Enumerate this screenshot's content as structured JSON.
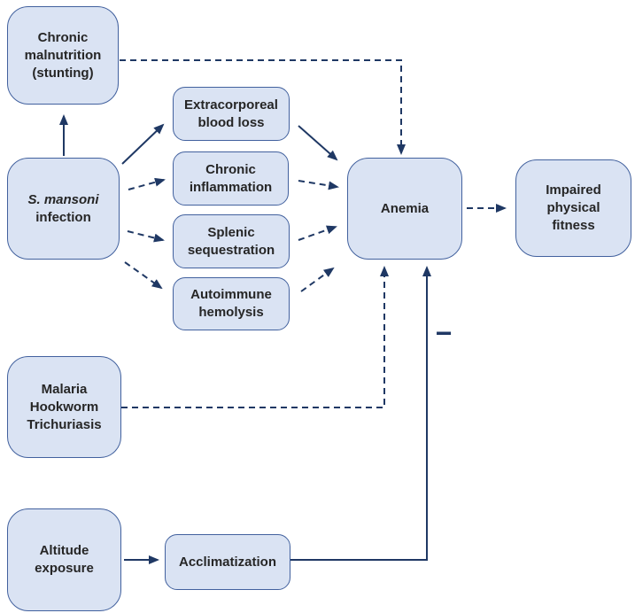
{
  "diagram": {
    "boxes": {
      "chronic_malnutrition": {
        "lines": [
          "Chronic",
          "malnutrition",
          "(stunting)"
        ]
      },
      "s_mansoni": {
        "lines": [
          "S. mansoni",
          "infection"
        ]
      },
      "extracorporeal_blood_loss": {
        "lines": [
          "Extracorporeal",
          "blood loss"
        ]
      },
      "chronic_inflammation": {
        "lines": [
          "Chronic",
          "inflammation"
        ]
      },
      "splenic_sequestration": {
        "lines": [
          "Splenic",
          "sequestration"
        ]
      },
      "autoimmune_hemolysis": {
        "lines": [
          "Autoimmune",
          "hemolysis"
        ]
      },
      "anemia": {
        "lines": [
          "Anemia"
        ]
      },
      "impaired_physical_fitness": {
        "lines": [
          "Impaired",
          "physical",
          "fitness"
        ]
      },
      "malaria_hookworm_trichuriasis": {
        "lines": [
          "Malaria",
          "Hookworm",
          "Trichuriasis"
        ]
      },
      "altitude_exposure": {
        "lines": [
          "Altitude",
          "exposure"
        ]
      },
      "acclimatization": {
        "lines": [
          "Acclimatization"
        ]
      }
    },
    "annotations": {
      "negative_sign": "−"
    },
    "edges": [
      {
        "from": "s_mansoni",
        "to": "chronic_malnutrition",
        "style": "solid"
      },
      {
        "from": "s_mansoni",
        "to": "extracorporeal_blood_loss",
        "style": "solid"
      },
      {
        "from": "s_mansoni",
        "to": "chronic_inflammation",
        "style": "dashed"
      },
      {
        "from": "s_mansoni",
        "to": "splenic_sequestration",
        "style": "dashed"
      },
      {
        "from": "s_mansoni",
        "to": "autoimmune_hemolysis",
        "style": "dashed"
      },
      {
        "from": "chronic_malnutrition",
        "to": "anemia",
        "style": "dashed"
      },
      {
        "from": "extracorporeal_blood_loss",
        "to": "anemia",
        "style": "solid"
      },
      {
        "from": "chronic_inflammation",
        "to": "anemia",
        "style": "dashed"
      },
      {
        "from": "splenic_sequestration",
        "to": "anemia",
        "style": "dashed"
      },
      {
        "from": "autoimmune_hemolysis",
        "to": "anemia",
        "style": "dashed"
      },
      {
        "from": "anemia",
        "to": "impaired_physical_fitness",
        "style": "dashed"
      },
      {
        "from": "malaria_hookworm_trichuriasis",
        "to": "anemia",
        "style": "dashed"
      },
      {
        "from": "altitude_exposure",
        "to": "acclimatization",
        "style": "solid"
      },
      {
        "from": "acclimatization",
        "to": "anemia",
        "style": "solid",
        "label": "−"
      }
    ],
    "colors": {
      "box_fill": "#dae3f3",
      "box_border": "#42619e",
      "arrow": "#1f3864",
      "text": "#262626"
    }
  }
}
